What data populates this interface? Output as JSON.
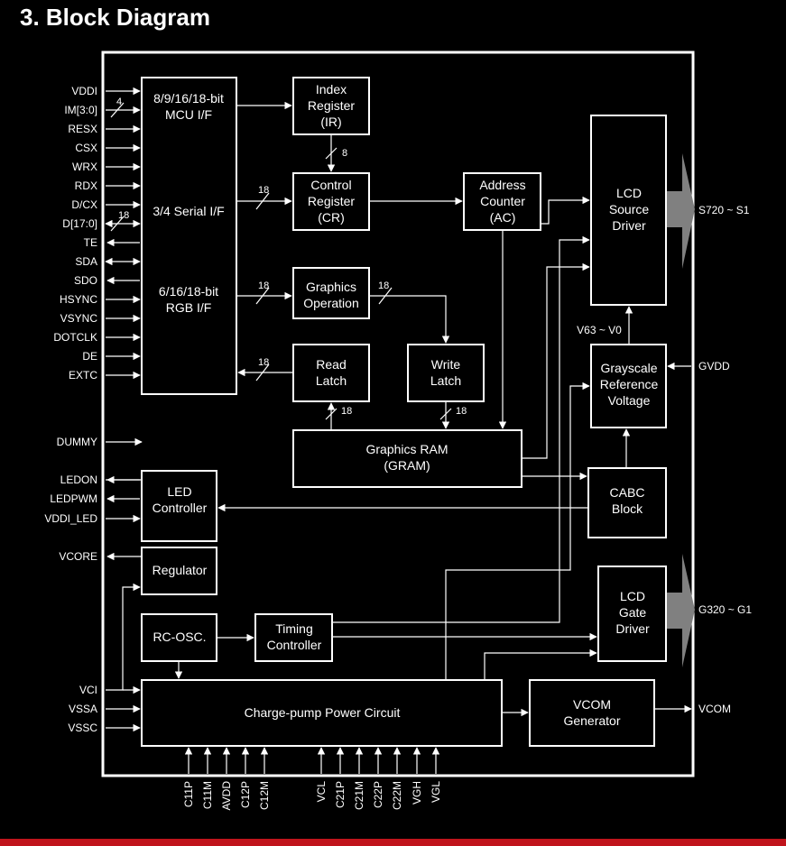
{
  "title": "3.  Block Diagram",
  "blocks": {
    "mcu": [
      "8/9/16/18-bit",
      "MCU I/F"
    ],
    "serial": [
      "3/4 Serial I/F"
    ],
    "rgb": [
      "6/16/18-bit",
      "RGB I/F"
    ],
    "index": [
      "Index",
      "Register",
      "(IR)"
    ],
    "control": [
      "Control",
      "Register",
      "(CR)"
    ],
    "address": [
      "Address",
      "Counter",
      "(AC)"
    ],
    "graphics_op": [
      "Graphics",
      "Operation"
    ],
    "read_latch": [
      "Read",
      "Latch"
    ],
    "write_latch": [
      "Write",
      "Latch"
    ],
    "gram": [
      "Graphics RAM",
      "(GRAM)"
    ],
    "lcd_source": [
      "LCD",
      "Source",
      "Driver"
    ],
    "grayscale": [
      "Grayscale",
      "Reference",
      "Voltage"
    ],
    "cabc": [
      "CABC",
      "Block"
    ],
    "led": [
      "LED",
      "Controller"
    ],
    "regulator": [
      "Regulator"
    ],
    "rc_osc": [
      "RC-OSC."
    ],
    "timing": [
      "Timing",
      "Controller"
    ],
    "lcd_gate": [
      "LCD",
      "Gate",
      "Driver"
    ],
    "charge_pump": [
      "Charge-pump Power Circuit"
    ],
    "vcom": [
      "VCOM",
      "Generator"
    ]
  },
  "left_pins": [
    "VDDI",
    "IM[3:0]",
    "RESX",
    "CSX",
    "WRX",
    "RDX",
    "D/CX",
    "D[17:0]",
    "TE",
    "SDA",
    "SDO",
    "HSYNC",
    "VSYNC",
    "DOTCLK",
    "DE",
    "EXTC",
    "DUMMY",
    "LEDON",
    "LEDPWM",
    "VDDI_LED",
    "VCORE",
    "VCI",
    "VSSA",
    "VSSC"
  ],
  "right_pins": [
    "S720 ~ S1",
    "GVDD",
    "G320 ~ G1",
    "VCOM"
  ],
  "bottom_pins": [
    "C11P",
    "C11M",
    "AVDD",
    "C12P",
    "C12M",
    "VCL",
    "C21P",
    "C21M",
    "C22P",
    "C22M",
    "VGH",
    "VGL"
  ],
  "bus_labels": {
    "im": "4",
    "data": "18",
    "ir_cr": "8",
    "serial_cr": "18",
    "rgb_go": "18",
    "go_wl": "18",
    "read": "18",
    "rl_gram": "18",
    "wl_gram": "18"
  },
  "v_label": "V63 ~ V0"
}
